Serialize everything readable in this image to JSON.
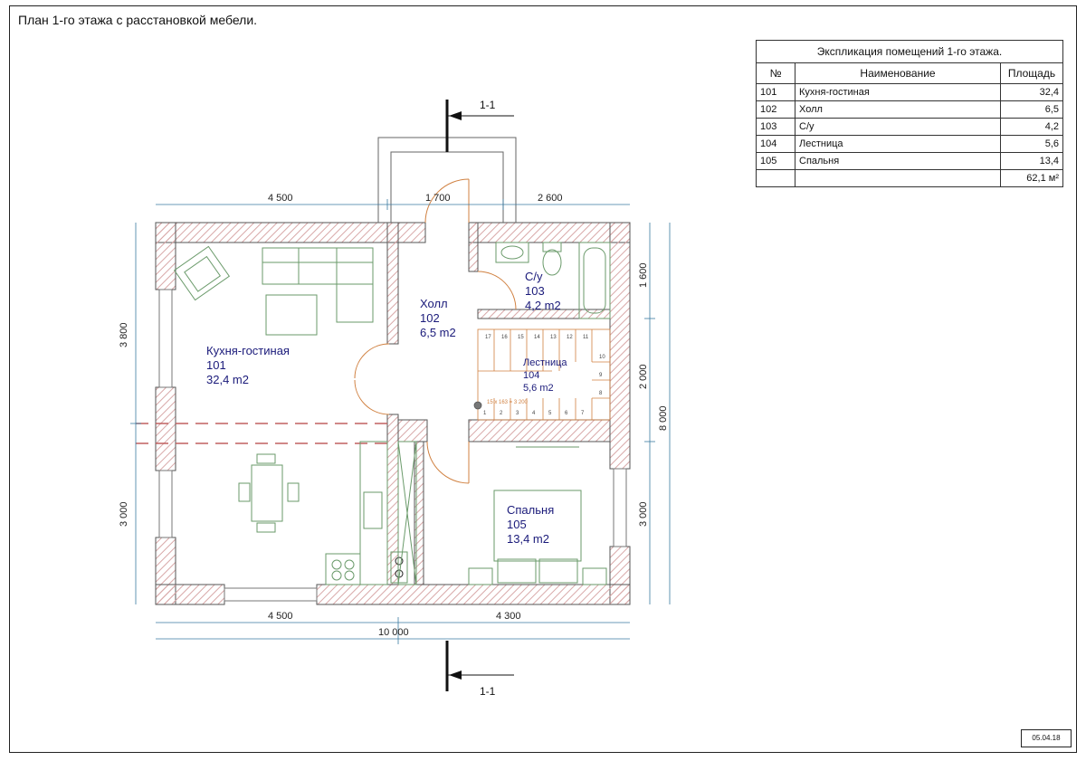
{
  "title": "План 1-го этажа с расстановкой мебели.",
  "date": "05.04.18",
  "explication": {
    "caption": "Экспликация помещений 1-го этажа.",
    "headers": [
      "№",
      "Наименование",
      "Площадь"
    ],
    "rows": [
      {
        "num": "101",
        "name": "Кухня-гостиная",
        "area": "32,4"
      },
      {
        "num": "102",
        "name": "Холл",
        "area": "6,5"
      },
      {
        "num": "103",
        "name": "С/у",
        "area": "4,2"
      },
      {
        "num": "104",
        "name": "Лестница",
        "area": "5,6"
      },
      {
        "num": "105",
        "name": "Спальня",
        "area": "13,4"
      }
    ],
    "total": "62,1 м²"
  },
  "rooms": {
    "kitchen": {
      "name": "Кухня-гостиная",
      "num": "101",
      "area": "32,4 m2"
    },
    "hall": {
      "name": "Холл",
      "num": "102",
      "area": "6,5 m2"
    },
    "wc": {
      "name": "С/у",
      "num": "103",
      "area": "4,2 m2"
    },
    "stairs": {
      "name": "Лестница",
      "num": "104",
      "area": "5,6 m2",
      "note": "15 x 163 = 3 200"
    },
    "bedroom": {
      "name": "Спальня",
      "num": "105",
      "area": "13,4 m2"
    }
  },
  "dimensions": {
    "top": [
      "4 500",
      "1 700",
      "2 600"
    ],
    "bottom": [
      "4 500",
      "4 300"
    ],
    "overall": "10 000",
    "left": [
      "3 800",
      "3 000"
    ],
    "right": [
      "1 600",
      "2 000",
      "3 000"
    ],
    "right_overall": "8 000"
  },
  "section_mark": "1-1",
  "stair_steps": [
    "1",
    "2",
    "3",
    "4",
    "5",
    "6",
    "7",
    "8",
    "9",
    "10",
    "11",
    "12",
    "13",
    "14",
    "15",
    "16",
    "17"
  ],
  "colors": {
    "room_text": "#1a1a7a",
    "furniture": "#6a9a6a",
    "wall_hatch": "#c08080",
    "door": "#d08040"
  }
}
